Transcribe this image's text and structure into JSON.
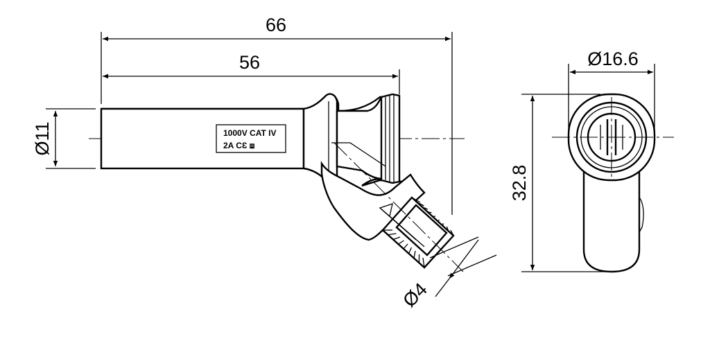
{
  "dimensions": {
    "overall_length": "66",
    "body_length": "56",
    "body_diameter": "Ø11",
    "pin_diameter": "Ø4",
    "head_diameter": "Ø16.6",
    "height": "32.8"
  },
  "marking": {
    "line1": "1000V CAT IV",
    "line2": "2A CƐ ⧈"
  }
}
